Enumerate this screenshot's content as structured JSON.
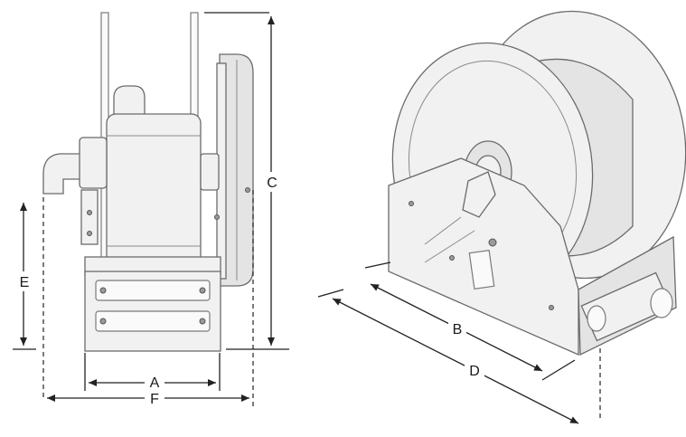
{
  "dimension_labels": {
    "a": "A",
    "b": "B",
    "c": "C",
    "d": "D",
    "e": "E",
    "f": "F"
  },
  "colors": {
    "background": "#ffffff",
    "line": "#222222",
    "part_fill": "#f1f1f1",
    "part_stroke": "#6b6b6b"
  }
}
